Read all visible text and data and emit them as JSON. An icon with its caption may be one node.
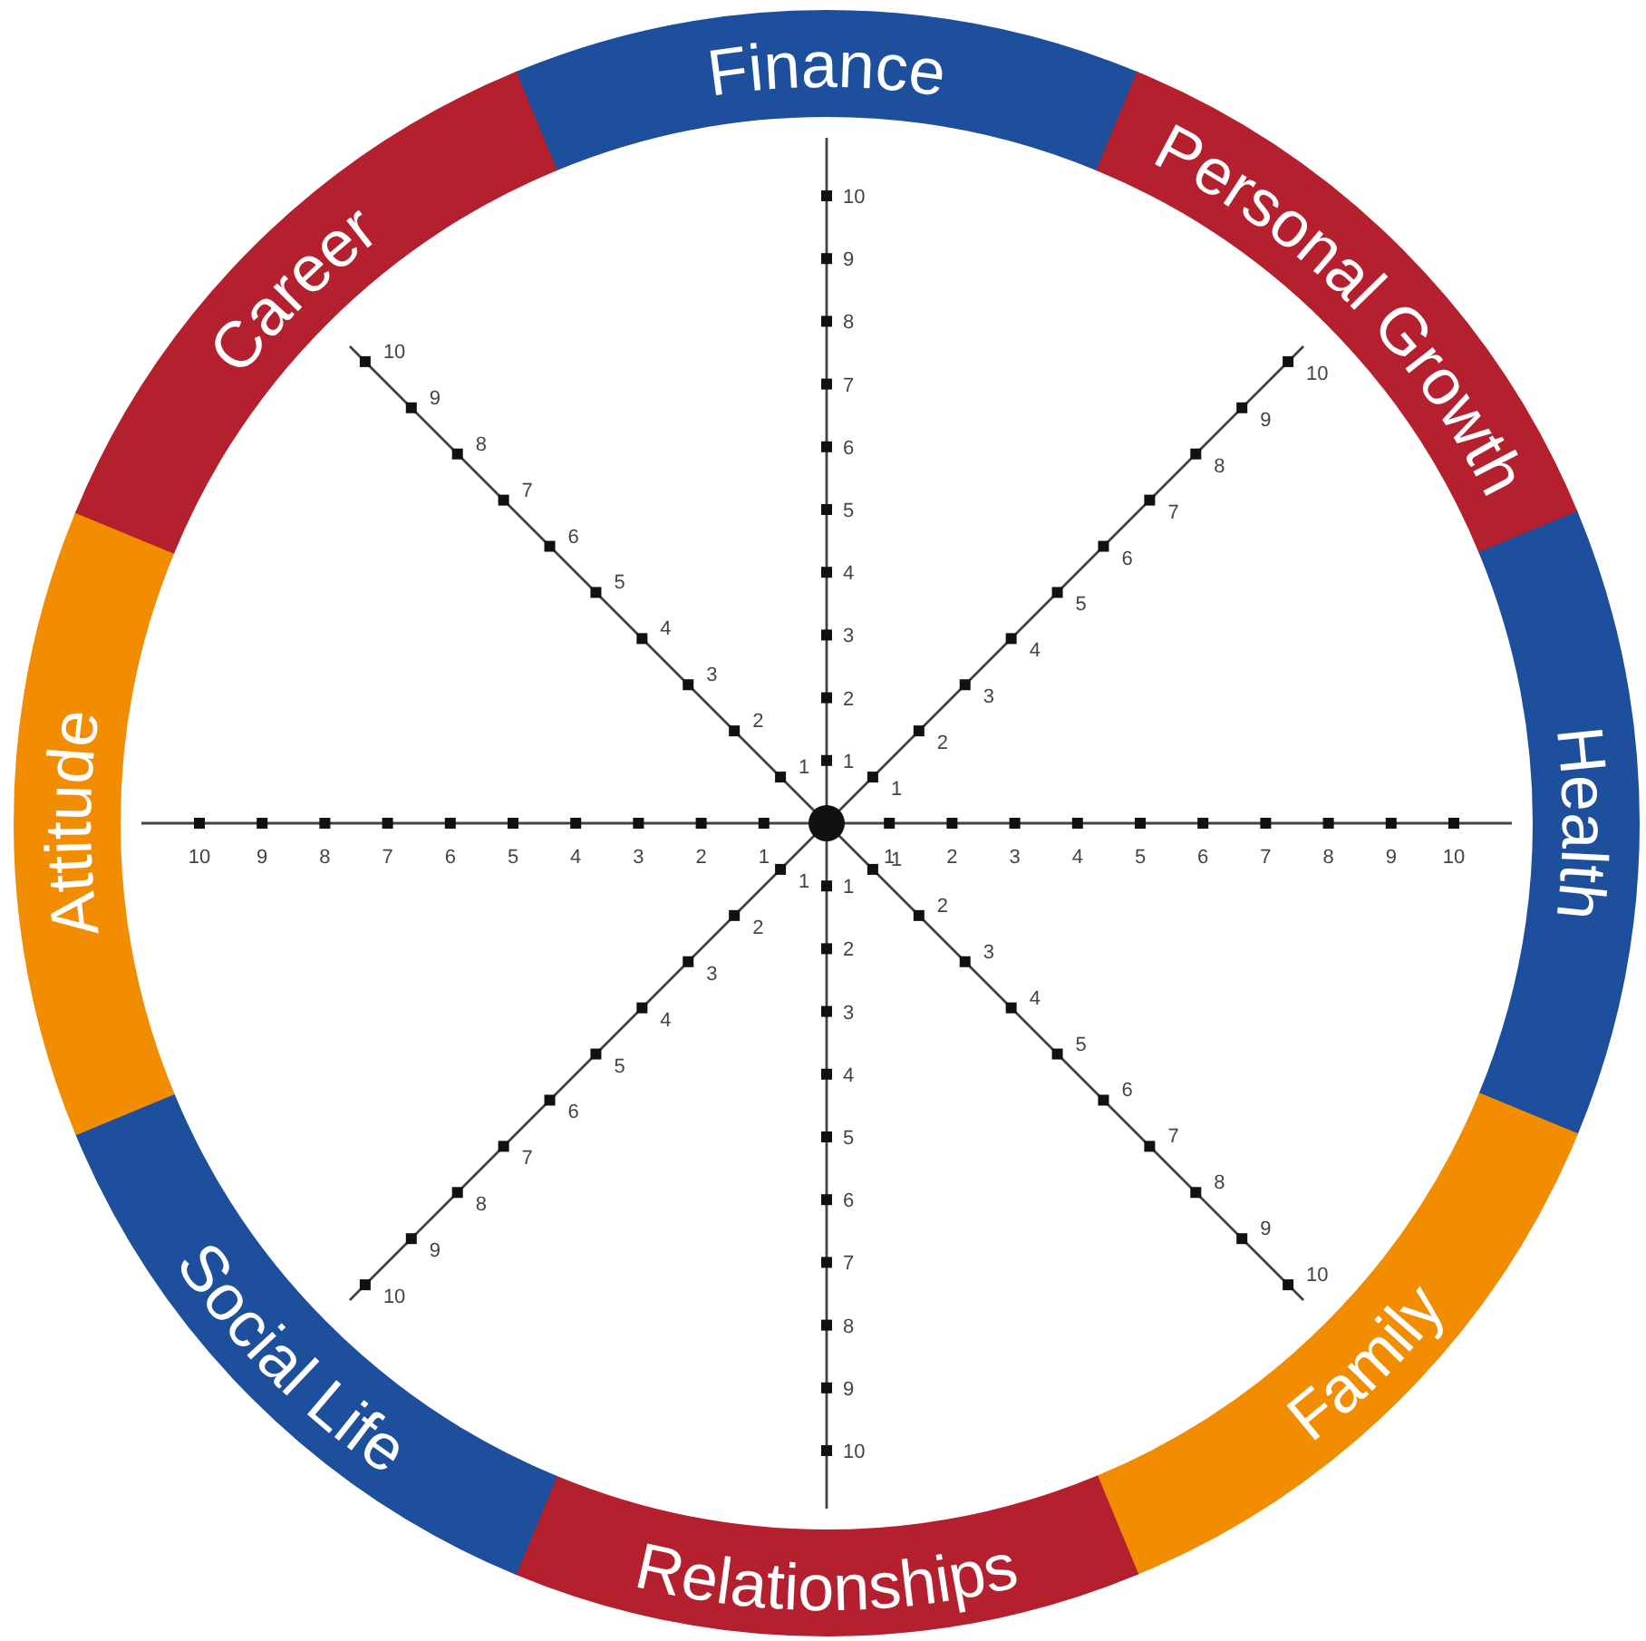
{
  "diagram": {
    "nodes": [
      {
        "text": [
          "Finance"
        ]
      },
      {
        "text": [
          "Personal Growth"
        ]
      },
      {
        "text": [
          "Health"
        ]
      },
      {
        "text": [
          "Family"
        ]
      },
      {
        "text": [
          "Relationships"
        ]
      },
      {
        "text": [
          "Social Life"
        ]
      },
      {
        "text": [
          "Attitude"
        ]
      },
      {
        "text": [
          "Career"
        ]
      }
    ],
    "edges": [],
    "labels": [
      "1",
      "2",
      "3",
      "4",
      "5",
      "6",
      "7",
      "8",
      "9",
      "10",
      "1",
      "2",
      "3",
      "4",
      "5",
      "6",
      "7",
      "8",
      "9",
      "10",
      "1",
      "2",
      "3",
      "4",
      "5",
      "6",
      "7",
      "8",
      "9",
      "10",
      "1",
      "2",
      "3",
      "4",
      "5",
      "6",
      "7",
      "8",
      "9",
      "10",
      "1",
      "2",
      "3",
      "4",
      "5",
      "6",
      "7",
      "8",
      "9",
      "10",
      "1",
      "2",
      "3",
      "4",
      "5",
      "6",
      "7",
      "8",
      "9",
      "10",
      "1",
      "2",
      "3",
      "4",
      "5",
      "6",
      "7",
      "8",
      "9",
      "10",
      "1",
      "2",
      "3",
      "4",
      "5",
      "6",
      "7",
      "8",
      "9",
      "10"
    ]
  }
}
